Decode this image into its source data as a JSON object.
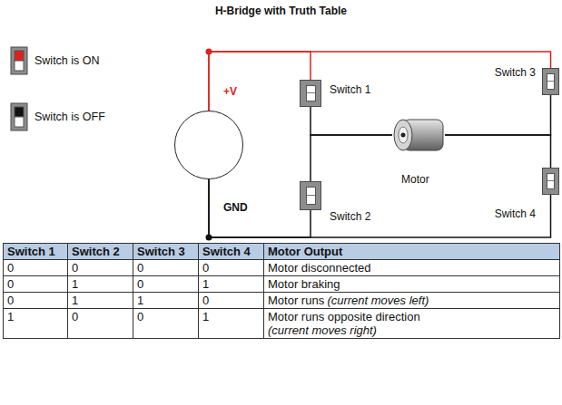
{
  "diagram": {
    "title": "H-Bridge with Truth Table",
    "nodes": [
      {
        "text": [
          "+V",
          "GND"
        ]
      },
      {
        "text": [
          "Switch 1"
        ]
      },
      {
        "text": [
          "Switch 2"
        ]
      },
      {
        "text": [
          "Switch 3"
        ]
      },
      {
        "text": [
          "Switch 4"
        ]
      },
      {
        "text": [
          "Motor"
        ]
      }
    ],
    "edges": [
      {
        "from": 0,
        "to": 1,
        "arrow": "none"
      },
      {
        "from": 0,
        "to": 3,
        "arrow": "none"
      },
      {
        "from": 0,
        "to": 2,
        "arrow": "none"
      },
      {
        "from": 0,
        "to": 4,
        "arrow": "none"
      },
      {
        "from": 1,
        "to": 5,
        "arrow": "none"
      },
      {
        "from": 2,
        "to": 5,
        "arrow": "none"
      },
      {
        "from": 3,
        "to": 5,
        "arrow": "none"
      },
      {
        "from": 4,
        "to": 5,
        "arrow": "none"
      }
    ],
    "labels": [
      "Switch 1",
      "Switch 2",
      "Switch 3",
      "Switch 4",
      "Motor Output",
      "0",
      "0",
      "0",
      "0",
      "Motor disconnected",
      "0",
      "1",
      "0",
      "1",
      "Motor braking",
      "0",
      "1",
      "1",
      "0",
      "Motor runs",
      "(current moves left)",
      "1",
      "0",
      "0",
      "1",
      "Motor runs opposite direction",
      "(current moves right)"
    ],
    "legend": [
      {
        "text": "Switch is ON"
      },
      {
        "text": "Switch is OFF"
      }
    ]
  }
}
